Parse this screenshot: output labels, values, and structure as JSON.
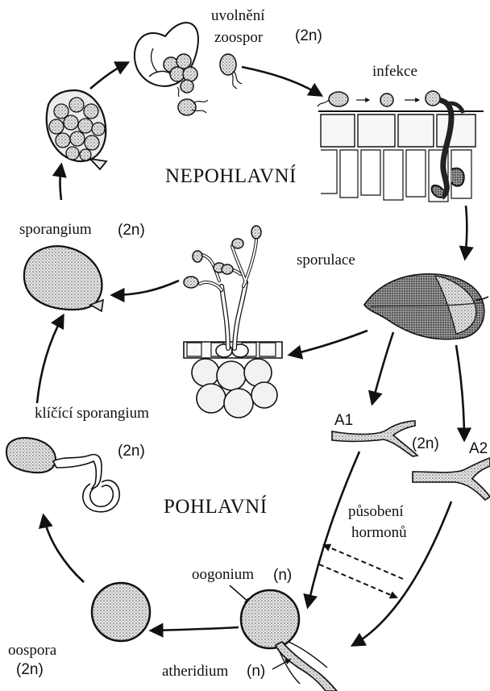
{
  "phases": {
    "asexual": "NEPOHLAVNÍ",
    "sexual": "POHLAVNÍ"
  },
  "labels": {
    "zoospore_release_line1": "uvolnění",
    "zoospore_release_line2": "zoospor",
    "ploidy_zoospores": "(2n)",
    "infection": "infekce",
    "sporangium": "sporangium",
    "ploidy_sporangium": "(2n)",
    "sporulation": "sporulace",
    "germinating_sporangium": "klíčící sporangium",
    "ploidy_germinating": "(2n)",
    "mating_type_a1": "A1",
    "mating_type_a2": "A2",
    "ploidy_hyphae": "(2n)",
    "hormone_action_line1": "působení",
    "hormone_action_line2": "hormonů",
    "oogonium": "oogonium",
    "ploidy_oogonium": "(n)",
    "oospore": "oospora",
    "ploidy_oospore": "(2n)",
    "antheridium": "atheridium",
    "ploidy_antheridium": "(n)"
  },
  "colors": {
    "ink": "#111111",
    "stipple": "#b9b9b9",
    "paper": "#ffffff"
  }
}
